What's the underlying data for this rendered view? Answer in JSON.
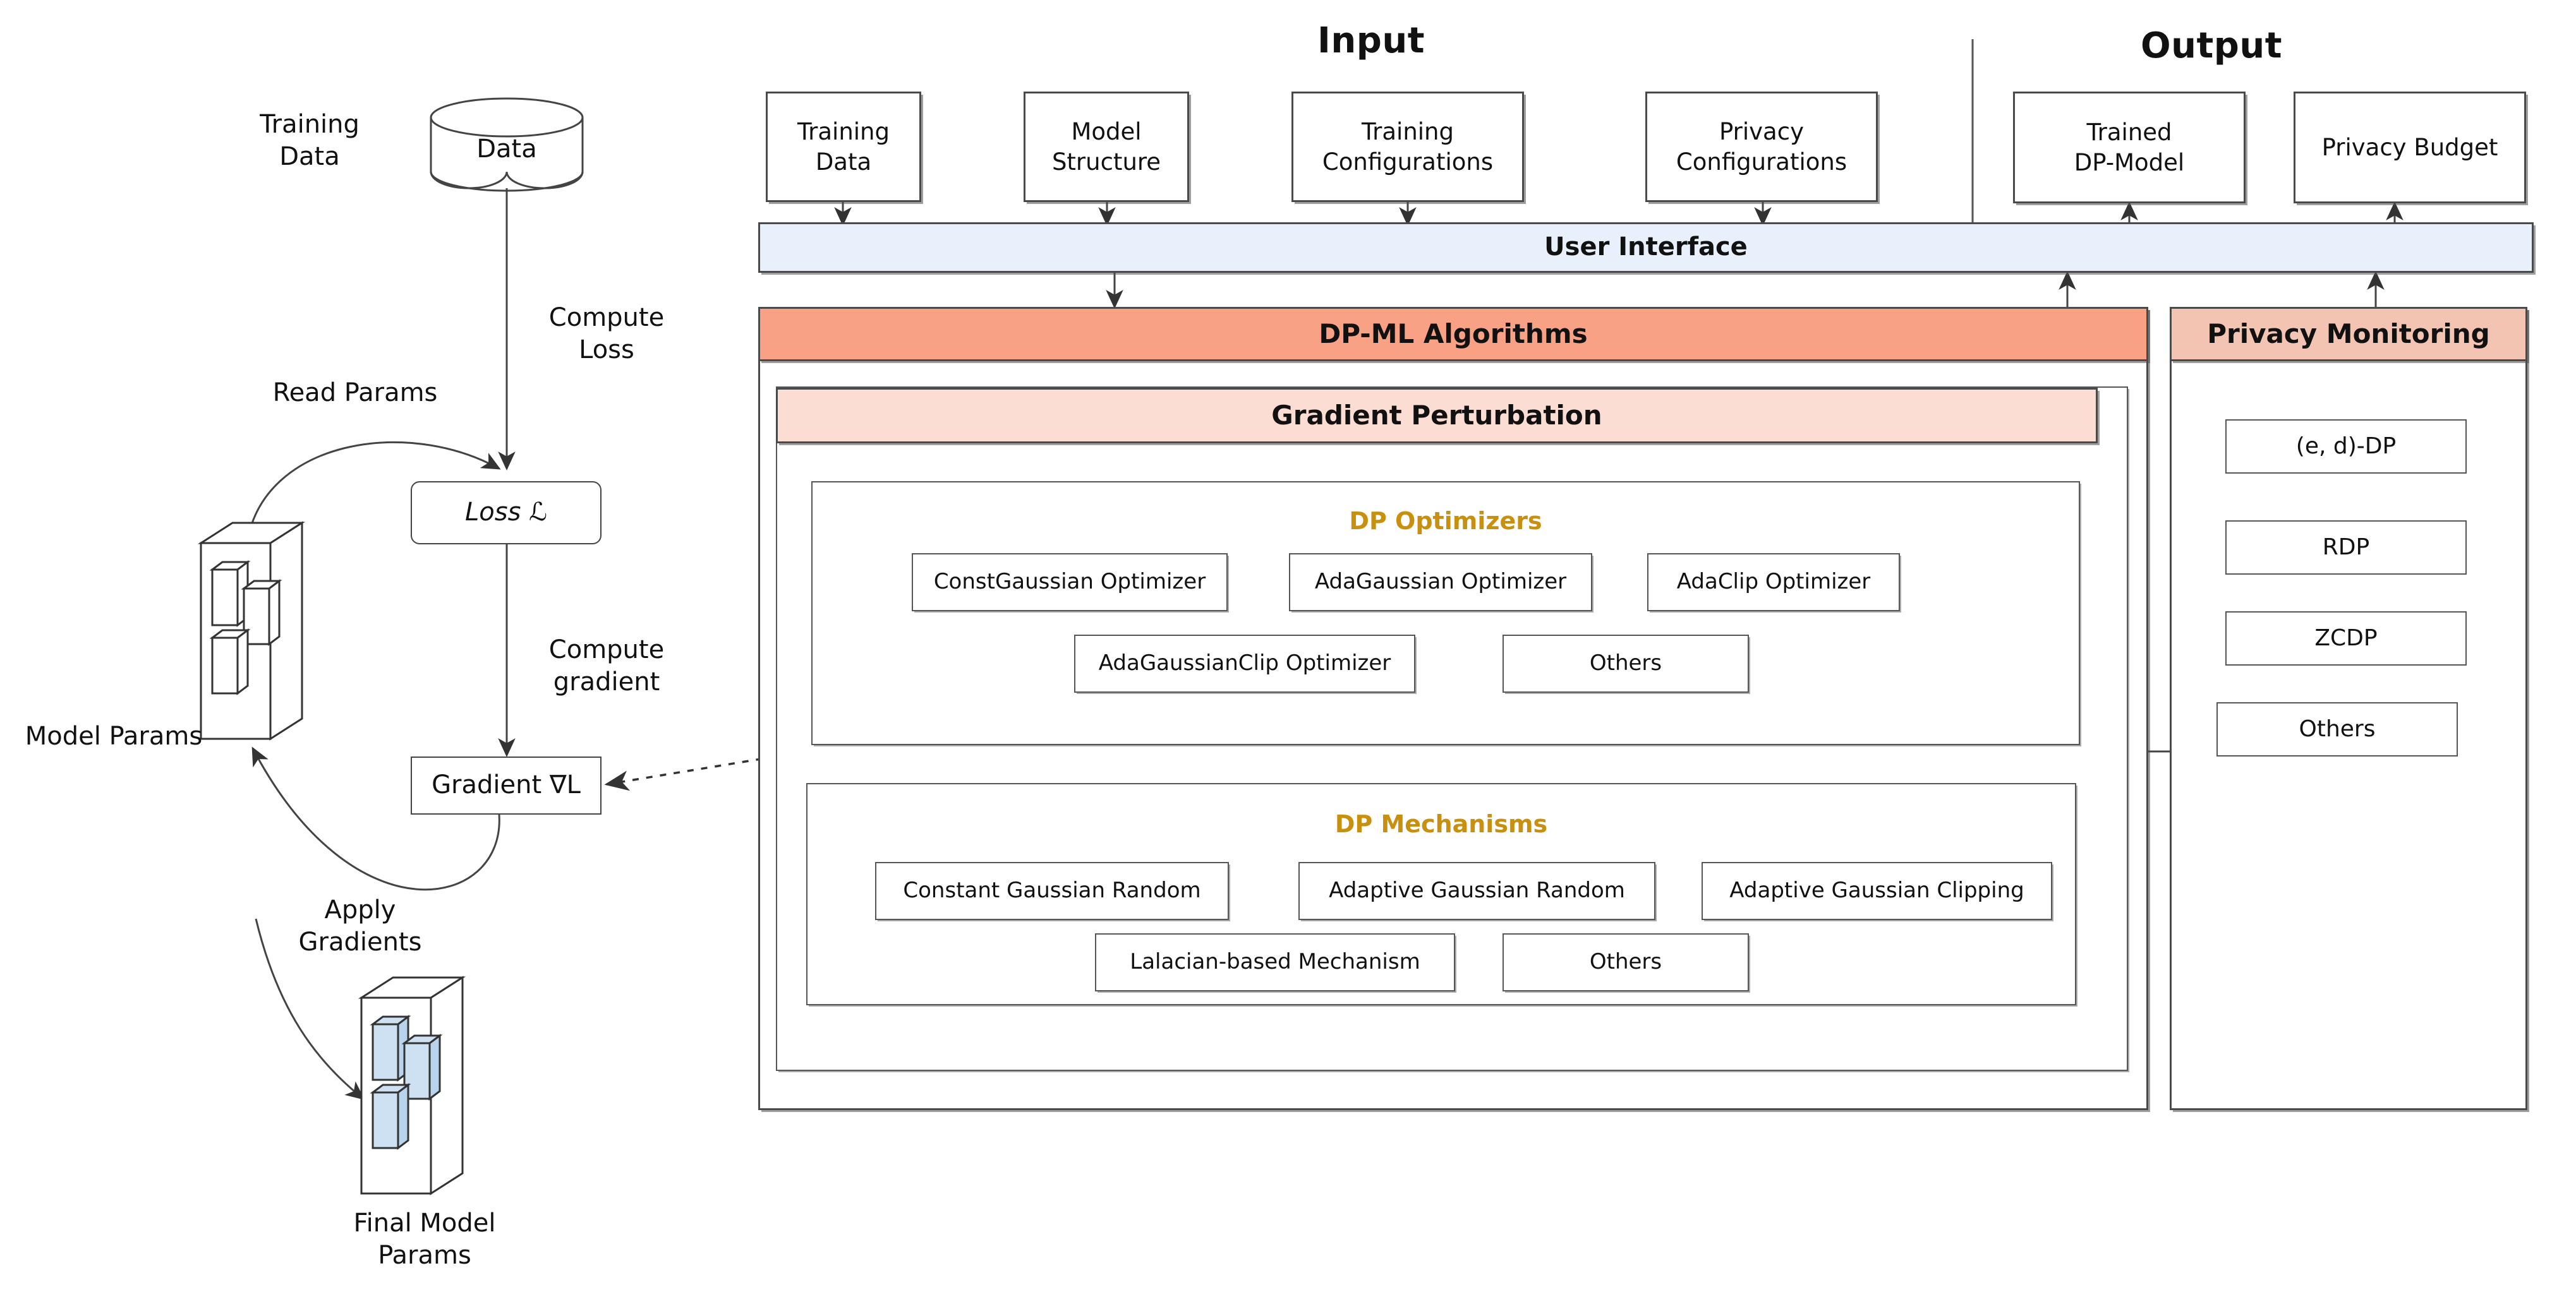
{
  "headers": {
    "input": "Input",
    "output": "Output"
  },
  "input_boxes": [
    {
      "label": "Training\nData",
      "name": "input-training-data"
    },
    {
      "label": "Model\nStructure",
      "name": "input-model-structure"
    },
    {
      "label": "Training\nConfigurations",
      "name": "input-training-configurations"
    },
    {
      "label": "Privacy\nConfigurations",
      "name": "input-privacy-configurations"
    }
  ],
  "output_boxes": [
    {
      "label": "Trained\nDP-Model",
      "name": "output-trained-dp-model"
    },
    {
      "label": "Privacy Budget",
      "name": "output-privacy-budget"
    }
  ],
  "user_interface": {
    "label": "User Interface"
  },
  "dp_ml": {
    "title": "DP-ML Algorithms",
    "gradient_perturbation": "Gradient Perturbation",
    "optimizers": {
      "title": "DP Optimizers",
      "row1": [
        "ConstGaussian Optimizer",
        "AdaGaussian Optimizer",
        "AdaClip Optimizer"
      ],
      "row2": [
        "AdaGaussianClip Optimizer",
        "Others"
      ]
    },
    "mechanisms": {
      "title": "DP Mechanisms",
      "row1": [
        "Constant Gaussian Random",
        "Adaptive Gaussian Random",
        "Adaptive Gaussian Clipping"
      ],
      "row2": [
        "Lalacian-based Mechanism",
        "Others"
      ]
    }
  },
  "privacy_monitoring": {
    "title": "Privacy Monitoring",
    "items": [
      "(e, d)-DP",
      "RDP",
      "ZCDP",
      "Others"
    ]
  },
  "training_loop": {
    "training_data_label": "Training\nData",
    "data_cylinder_label": "Data",
    "compute_loss_label": "Compute\nLoss",
    "read_params_label": "Read Params",
    "loss_node_label": "Loss ℒ",
    "compute_gradient_label": "Compute\ngradient",
    "gradient_node_label": "Gradient ∇L",
    "model_params_label": "Model Params",
    "apply_gradients_label": "Apply\nGradients",
    "final_model_params_label": "Final Model\nParams"
  },
  "colors": {
    "ui_bar": "#e7f0fb",
    "dpml_bar": "#f9a185",
    "gradient_perturbation_bar": "#fbddd4",
    "privacy_monitoring_bar": "#f4c4b2",
    "section_title": "#c8900d",
    "param_block": "#cde1f3",
    "stroke": "#4a4a4a"
  }
}
